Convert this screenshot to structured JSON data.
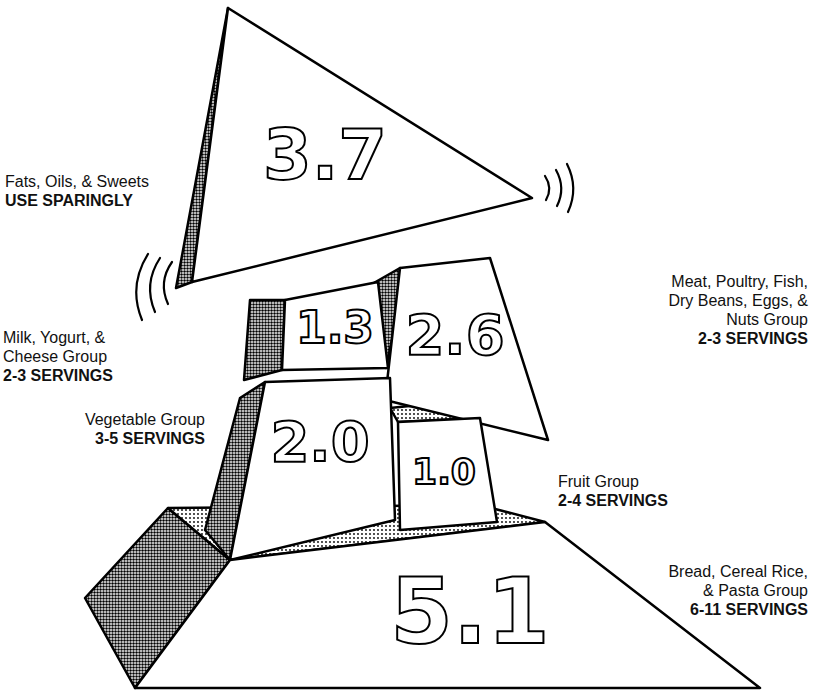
{
  "diagram": {
    "nodes": [
      {
        "text": [
          "3.7"
        ]
      },
      {
        "text": [
          "1.3"
        ]
      },
      {
        "text": [
          "2.6"
        ]
      },
      {
        "text": [
          "2.0"
        ]
      },
      {
        "text": [
          "1.0"
        ]
      },
      {
        "text": [
          "5.1"
        ]
      }
    ],
    "labels": [
      "Fats, Oils, & Sweets",
      "USE SPARINGLY",
      "Milk, Yogurt, & Cheese Group",
      "2-3 SERVINGS",
      "Vegetable Group",
      "3-5 SERVINGS",
      "Meat, Poultry, Fish, Dry Beans, Eggs, & Nuts Group",
      "2-3 SERVINGS",
      "Fruit Group",
      "2-4 SERVINGS",
      "Bread, Cereal Rice, & Pasta Group",
      "6-11 SERVINGS"
    ]
  }
}
